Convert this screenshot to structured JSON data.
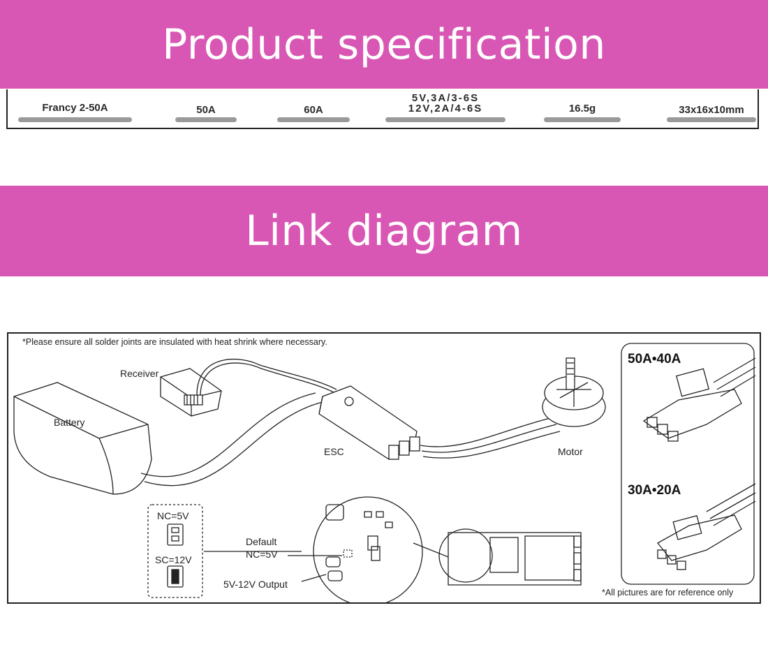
{
  "banners": {
    "spec_title": "Product specification",
    "link_title": "Link diagram"
  },
  "spec_row": {
    "model": "Francy 2-50A",
    "continuous_current": "50A",
    "burst_current": "60A",
    "bec_line1": "5V,3A/3-6S",
    "bec_line2": "12V,2A/4-6S",
    "weight": "16.5g",
    "size": "33x16x10mm"
  },
  "diagram": {
    "top_note": "*Please ensure all solder joints are insulated with heat shrink where necessary.",
    "receiver": "Receiver",
    "battery": "Battery",
    "esc": "ESC",
    "motor": "Motor",
    "variant_a": "50A•40A",
    "variant_b": "30A•20A",
    "nc_label": "NC=5V",
    "sc_label": "SC=12V",
    "default_line1": "Default",
    "default_line2": "NC=5V",
    "output_label": "5V-12V Output",
    "reference_note": "*All pictures are for reference only",
    "colors": {
      "banner": "#d957b4",
      "bar": "#9a9a9a"
    }
  }
}
